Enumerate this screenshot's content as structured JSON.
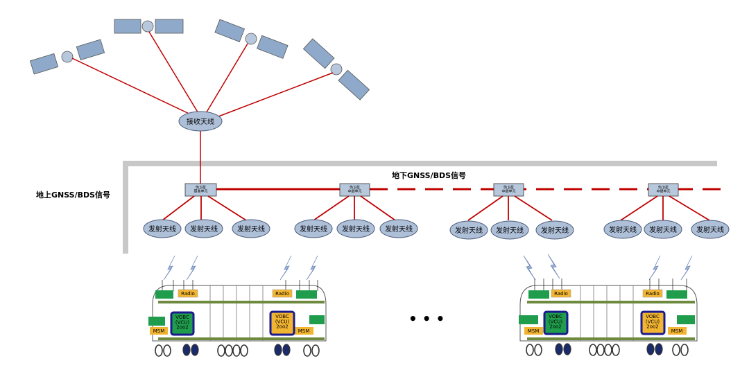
{
  "receive_antenna_label": "接收天线",
  "pseudo_base_label": "伪卫星\n基准单元",
  "pseudo_relay_label": "伪卫星\n中继单元",
  "transmit_antenna_label": "发射天线",
  "underground_signal_label": "地下GNSS/BDS信号",
  "ground_signal_label": "地上GNSS/BDS信号",
  "ellipsis_label": "• • •",
  "train_radio_label": "Radio",
  "train_msm_label": "MSM",
  "train_vobc_label": "VOBC\n(VCU)\n2oo2",
  "colors": {
    "satellite_panel": "#8ea9c9",
    "satellite_body": "#b8c8dc",
    "red_line": "#c00000",
    "ellipse_fill": "#aebfd8",
    "box_fill": "#b8c8dc",
    "frame_gray": "#c8c8c8",
    "bus_green": "#6e8a3e",
    "module_green": "#1f9d4d",
    "module_yellow": "#f2b531",
    "vobc_border": "#1a1a8c",
    "lightning": "#9bb0d6"
  }
}
